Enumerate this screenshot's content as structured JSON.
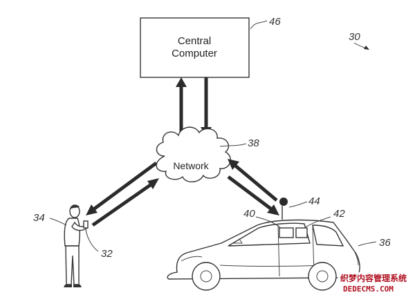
{
  "central_computer": {
    "line1": "Central",
    "line2": "Computer",
    "ref": "46"
  },
  "network": {
    "label": "Network",
    "ref": "38"
  },
  "figure_ref": "30",
  "person": {
    "ref": "34",
    "device_ref": "32"
  },
  "vehicle": {
    "ref": "36",
    "antenna_ref": "44",
    "controller_ref": "40",
    "sensor_ref": "42"
  },
  "watermark": {
    "line1": "织梦内容管理系统",
    "line2": "DEDECMS.COM"
  }
}
